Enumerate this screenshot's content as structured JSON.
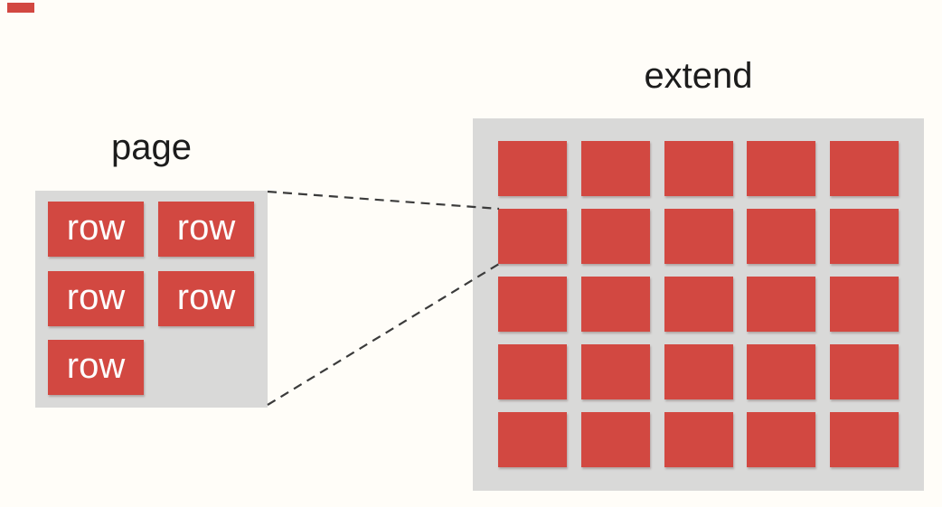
{
  "diagram": {
    "background": "#fffdf8"
  },
  "colors": {
    "box_red": "#d24841",
    "panel_gray": "#d9d9d8",
    "title_text": "#1c1c1c",
    "row_label_text": "#fdfdfd",
    "connector_dash": "#3b3b3b"
  },
  "page_panel": {
    "title": "page",
    "row_boxes": [
      {
        "label": "row"
      },
      {
        "label": "row"
      },
      {
        "label": "row"
      },
      {
        "label": "row"
      },
      {
        "label": "row"
      }
    ]
  },
  "extend_panel": {
    "title": "extend",
    "grid": {
      "rows": 5,
      "cols": 5,
      "total_cells": 25
    }
  }
}
